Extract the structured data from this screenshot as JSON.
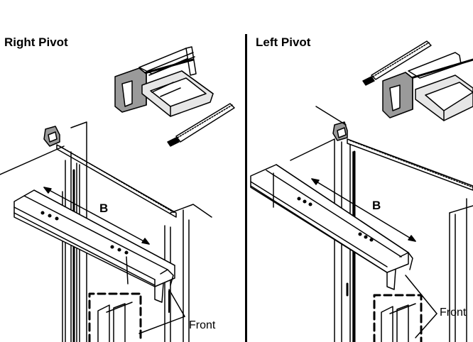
{
  "panels": [
    {
      "title": "Right Pivot",
      "dimension_label": "B",
      "callout_label": "Front"
    },
    {
      "title": "Left Pivot",
      "dimension_label": "B",
      "callout_label": "Front"
    }
  ],
  "colors": {
    "line": "#000000",
    "fill_gray": "#9a9a9a",
    "fill_light": "#e6e6e6"
  }
}
